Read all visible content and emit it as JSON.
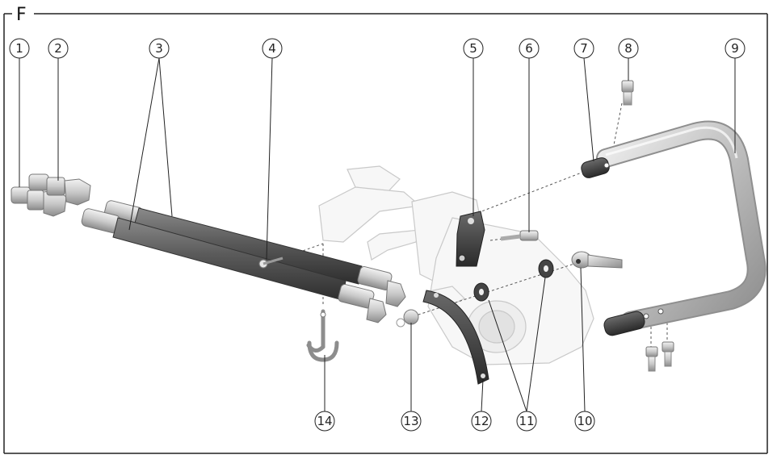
{
  "figure": {
    "section_label": "F",
    "callouts": [
      {
        "number": "1"
      },
      {
        "number": "2"
      },
      {
        "number": "3"
      },
      {
        "number": "4"
      },
      {
        "number": "5"
      },
      {
        "number": "6"
      },
      {
        "number": "7"
      },
      {
        "number": "8"
      },
      {
        "number": "9"
      },
      {
        "number": "10"
      },
      {
        "number": "11"
      },
      {
        "number": "12"
      },
      {
        "number": "13"
      },
      {
        "number": "14"
      }
    ]
  }
}
